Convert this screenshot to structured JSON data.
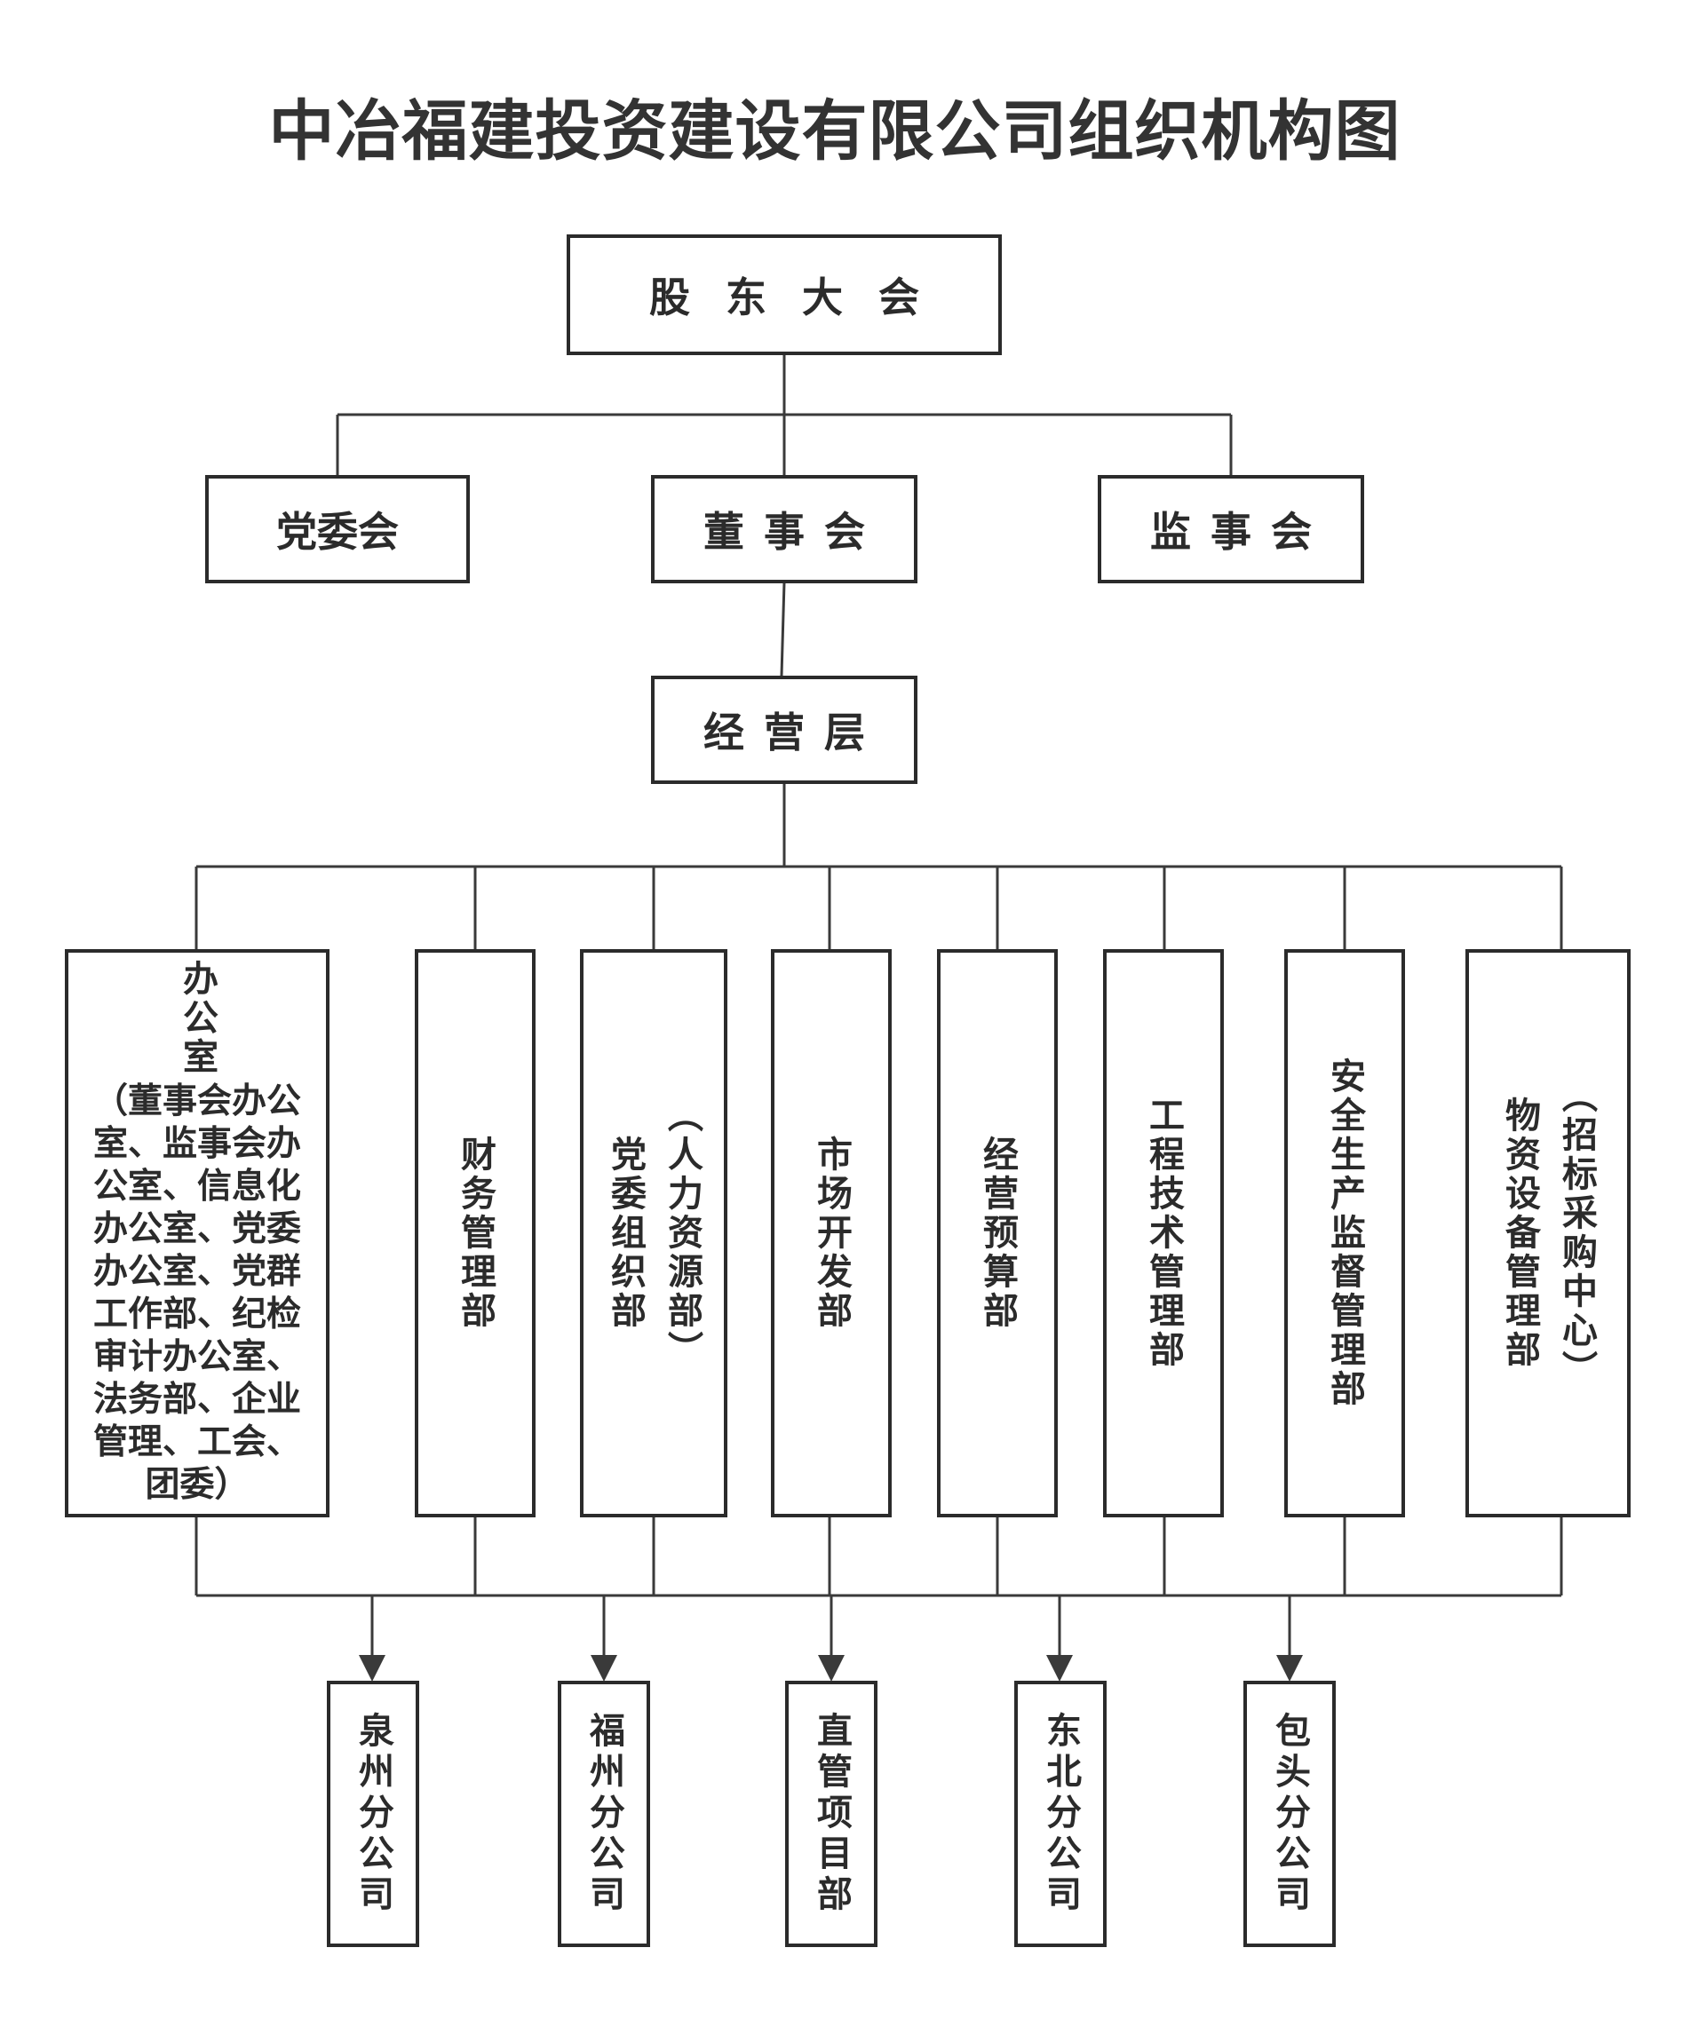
{
  "title": "中冶福建投资建设有限公司组织机构图",
  "colors": {
    "line": "#3a3a3a",
    "box_border": "#2b2b2b",
    "title": "#333333"
  },
  "nodes": {
    "shareholders": "股东大会",
    "party_committee": "党委会",
    "board": "董事会",
    "supervisory_board": "监事会",
    "management": "经营层",
    "office": {
      "name": "办公室",
      "note": "（董事会办公室、监事会办公室、信息化办公室、党委办公室、党群工作部、纪检审计办公室、法务部、企业管理、工会、团委）"
    },
    "finance": "财务管理部",
    "party_org": {
      "name": "党委组织部",
      "note": "（人力资源部）"
    },
    "market": "市场开发部",
    "budget": "经营预算部",
    "engineering": "工程技术管理部",
    "safety": "安全生产监督管理部",
    "materials": {
      "name": "物资设备管理部",
      "note": "（招标采购中心）"
    }
  },
  "branches": [
    "泉州分公司",
    "福州分公司",
    "直管项目部",
    "东北分公司",
    "包头分公司"
  ]
}
